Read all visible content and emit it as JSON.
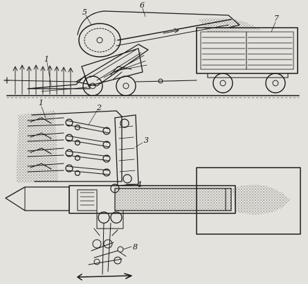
{
  "callouts": [
    "1",
    "2",
    "3",
    "4",
    "5",
    "6",
    "7",
    "8"
  ],
  "palette": {
    "paper": "#e4e2dc",
    "ink": "#1a1a1a",
    "stipple": "#3a3a3a"
  }
}
